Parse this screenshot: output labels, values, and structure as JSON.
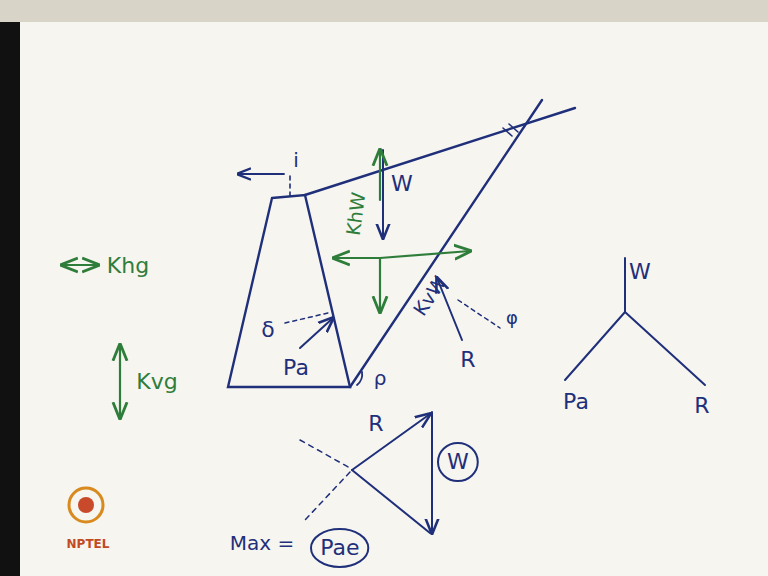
{
  "diagram": {
    "nodes": [
      {
        "text": [
          "W"
        ]
      },
      {
        "text": [
          "Pae"
        ]
      }
    ],
    "labels": [
      "i",
      "W",
      "KhW",
      "KvW",
      "δ",
      "Pa",
      "ρ",
      "R",
      "φ",
      "Khg",
      "Kvg",
      "R",
      "Max =",
      "W",
      "Pa",
      "R",
      "NPTEL"
    ]
  }
}
